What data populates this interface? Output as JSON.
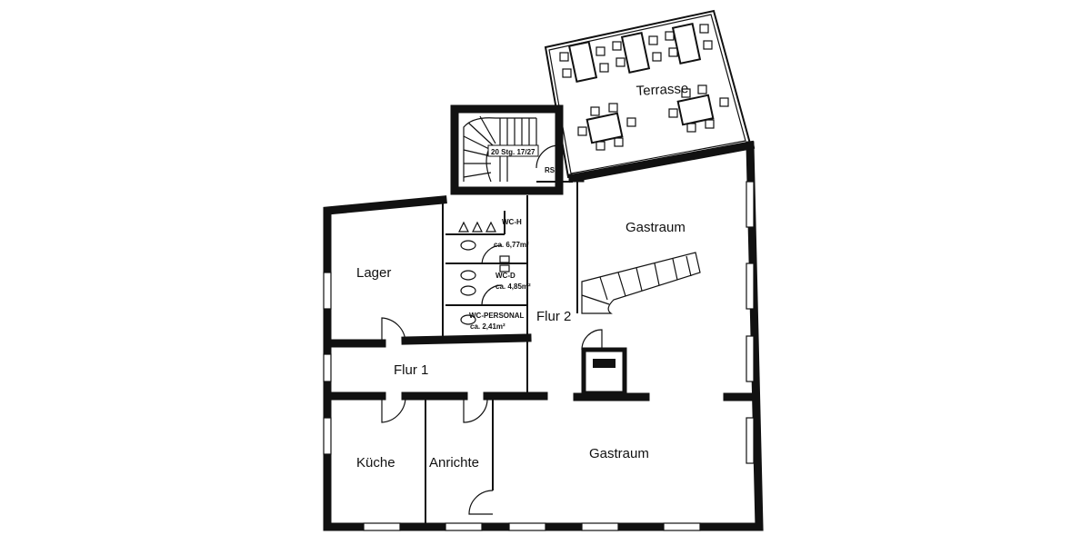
{
  "plan": {
    "rooms": {
      "terrasse": "Terrasse",
      "gastraum_top": "Gastraum",
      "gastraum_bottom": "Gastraum",
      "lager": "Lager",
      "flur1": "Flur 1",
      "flur2": "Flur 2",
      "kueche": "Küche",
      "anrichte": "Anrichte"
    },
    "annotations": {
      "stairs": "20 Stg. 17/27",
      "rs": "RS",
      "wc_h": "WC-H",
      "wc_h_area": "ca. 6,77m²",
      "wc_d": "WC-D",
      "wc_d_area": "ca. 4,85m²",
      "wc_personal": "WC-PERSONAL",
      "wc_personal_area": "ca. 2,41m²"
    }
  }
}
